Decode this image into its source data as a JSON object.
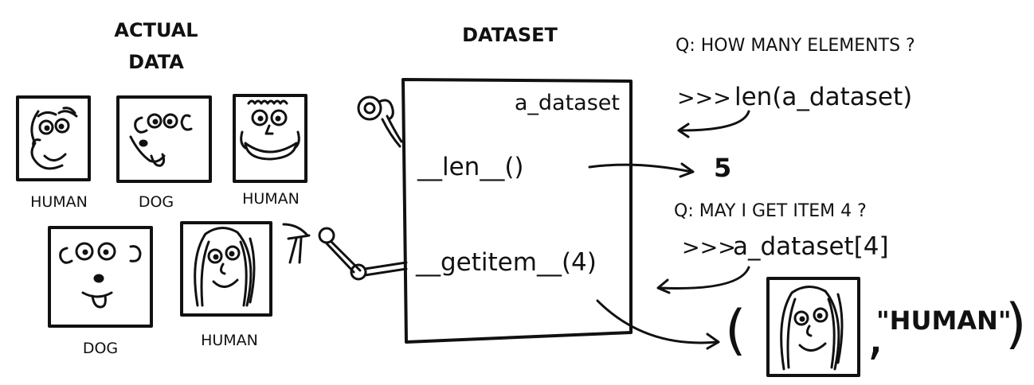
{
  "headings": {
    "actual_data_line1": "ACTUAL",
    "actual_data_line2": "DATA",
    "dataset": "DATASET"
  },
  "samples": [
    {
      "label": "HUMAN",
      "icon": "human-face-icon"
    },
    {
      "label": "DOG",
      "icon": "dog-face-icon"
    },
    {
      "label": "HUMAN",
      "icon": "human-face-icon"
    },
    {
      "label": "DOG",
      "icon": "dog-face-icon"
    },
    {
      "label": "HUMAN",
      "icon": "human-face-icon"
    }
  ],
  "dataset_box": {
    "name": "a_dataset",
    "len_method": "__len__()",
    "getitem_method": "__getitem__(4)"
  },
  "question_len": {
    "question": "Q: HOW MANY ELEMENTS ?",
    "prompt": ">>>",
    "code": "len(a_dataset)",
    "answer": "5"
  },
  "question_item": {
    "question": "Q: MAY I GET ITEM 4 ?",
    "prompt": ">>>",
    "code": "a_dataset[4]",
    "open_paren": "(",
    "close_paren": ")",
    "comma": ",",
    "label": "\"HUMAN\""
  }
}
